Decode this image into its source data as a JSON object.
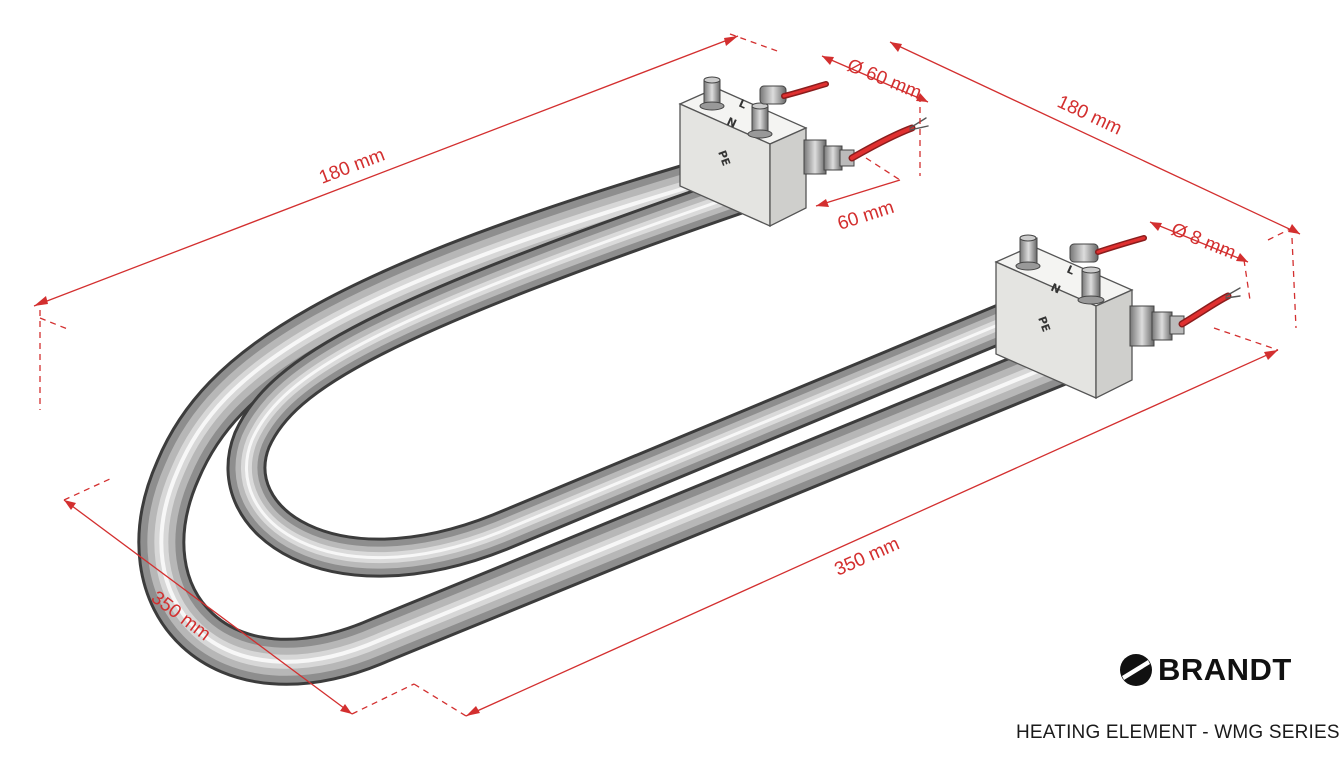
{
  "dimensions": {
    "left_length": "180 mm",
    "right_length": "180 mm",
    "terminal_diameter": "Ø 60 mm",
    "terminal_depth": "60 mm",
    "tube_diameter": "Ø 8 mm",
    "bottom_length": "350 mm",
    "side_width": "350 mm"
  },
  "terminal_marks": {
    "live": "L",
    "neutral": "N",
    "earth": "PE"
  },
  "brand": {
    "name": "BRANDT",
    "subtitle": "HEATING ELEMENT - WMG SERIES"
  },
  "colors": {
    "dimension_lines": "#d32f2f",
    "tube_metal": "#9e9e9e",
    "terminal_block": "#e6e6e4",
    "wire_red": "#d32f2f"
  }
}
